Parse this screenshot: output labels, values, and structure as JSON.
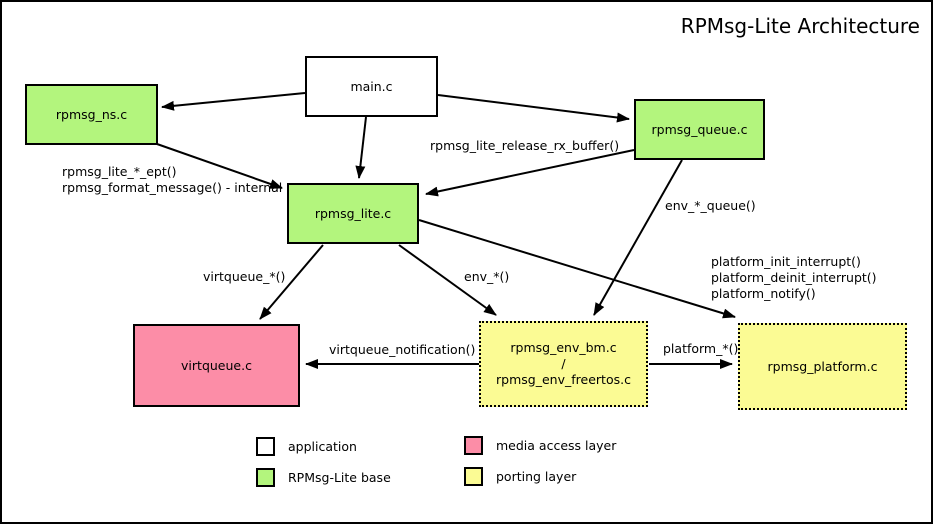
{
  "title": "RPMsg-Lite Architecture",
  "nodes": {
    "main": {
      "label": "main.c",
      "type": "application"
    },
    "rpmsg_ns": {
      "label": "rpmsg_ns.c",
      "type": "RPMsg-Lite base"
    },
    "rpmsg_queue": {
      "label": "rpmsg_queue.c",
      "type": "RPMsg-Lite base"
    },
    "rpmsg_lite": {
      "label": "rpmsg_lite.c",
      "type": "RPMsg-Lite base"
    },
    "virtqueue": {
      "label": "virtqueue.c",
      "type": "media access layer"
    },
    "rpmsg_env": {
      "lines": [
        "rpmsg_env_bm.c",
        "/",
        "rpmsg_env_freertos.c"
      ],
      "type": "porting layer"
    },
    "rpmsg_platform": {
      "label": "rpmsg_platform.c",
      "type": "porting layer"
    }
  },
  "edge_labels": {
    "ept_lines": [
      "rpmsg_lite_*_ept()",
      "rpmsg_format_message() - internal"
    ],
    "release_rx_buffer": "rpmsg_lite_release_rx_buffer()",
    "env_queue": "env_*_queue()",
    "virtqueue_star": "virtqueue_*()",
    "env_star": "env_*()",
    "platform_lines": [
      "platform_init_interrupt()",
      "platform_deinit_interrupt()",
      "platform_notify()"
    ],
    "virtqueue_notification": "virtqueue_notification()",
    "platform_star": "platform_*()"
  },
  "edges": [
    {
      "from": "main.c",
      "to": "rpmsg_ns.c",
      "label": ""
    },
    {
      "from": "main.c",
      "to": "rpmsg_lite.c",
      "label": ""
    },
    {
      "from": "main.c",
      "to": "rpmsg_queue.c",
      "label": ""
    },
    {
      "from": "rpmsg_ns.c",
      "to": "rpmsg_lite.c",
      "label": "rpmsg_lite_*_ept() / rpmsg_format_message() - internal"
    },
    {
      "from": "rpmsg_queue.c",
      "to": "rpmsg_lite.c",
      "label": "rpmsg_lite_release_rx_buffer()"
    },
    {
      "from": "rpmsg_queue.c",
      "to": "rpmsg_env_bm.c / rpmsg_env_freertos.c",
      "label": "env_*_queue()"
    },
    {
      "from": "rpmsg_lite.c",
      "to": "virtqueue.c",
      "label": "virtqueue_*()"
    },
    {
      "from": "rpmsg_lite.c",
      "to": "rpmsg_env_bm.c / rpmsg_env_freertos.c",
      "label": "env_*()"
    },
    {
      "from": "rpmsg_lite.c",
      "to": "rpmsg_platform.c",
      "label": "platform_init_interrupt() platform_deinit_interrupt() platform_notify()"
    },
    {
      "from": "rpmsg_env_bm.c / rpmsg_env_freertos.c",
      "to": "virtqueue.c",
      "label": "virtqueue_notification()"
    },
    {
      "from": "rpmsg_env_bm.c / rpmsg_env_freertos.c",
      "to": "rpmsg_platform.c",
      "label": "platform_*()"
    }
  ],
  "legend": {
    "items": [
      {
        "label": "application",
        "color": "#ffffff"
      },
      {
        "label": "RPMsg-Lite base",
        "color": "#b3f57d"
      },
      {
        "label": "media access layer",
        "color": "#fc8da7"
      },
      {
        "label": "porting layer",
        "color": "#fbfb94"
      }
    ]
  },
  "colors": {
    "application": "#ffffff",
    "rpmsg_lite_base": "#b3f57d",
    "media_access": "#fc8da7",
    "porting": "#fbfb94",
    "line": "#000000",
    "background": "#ffffff"
  }
}
